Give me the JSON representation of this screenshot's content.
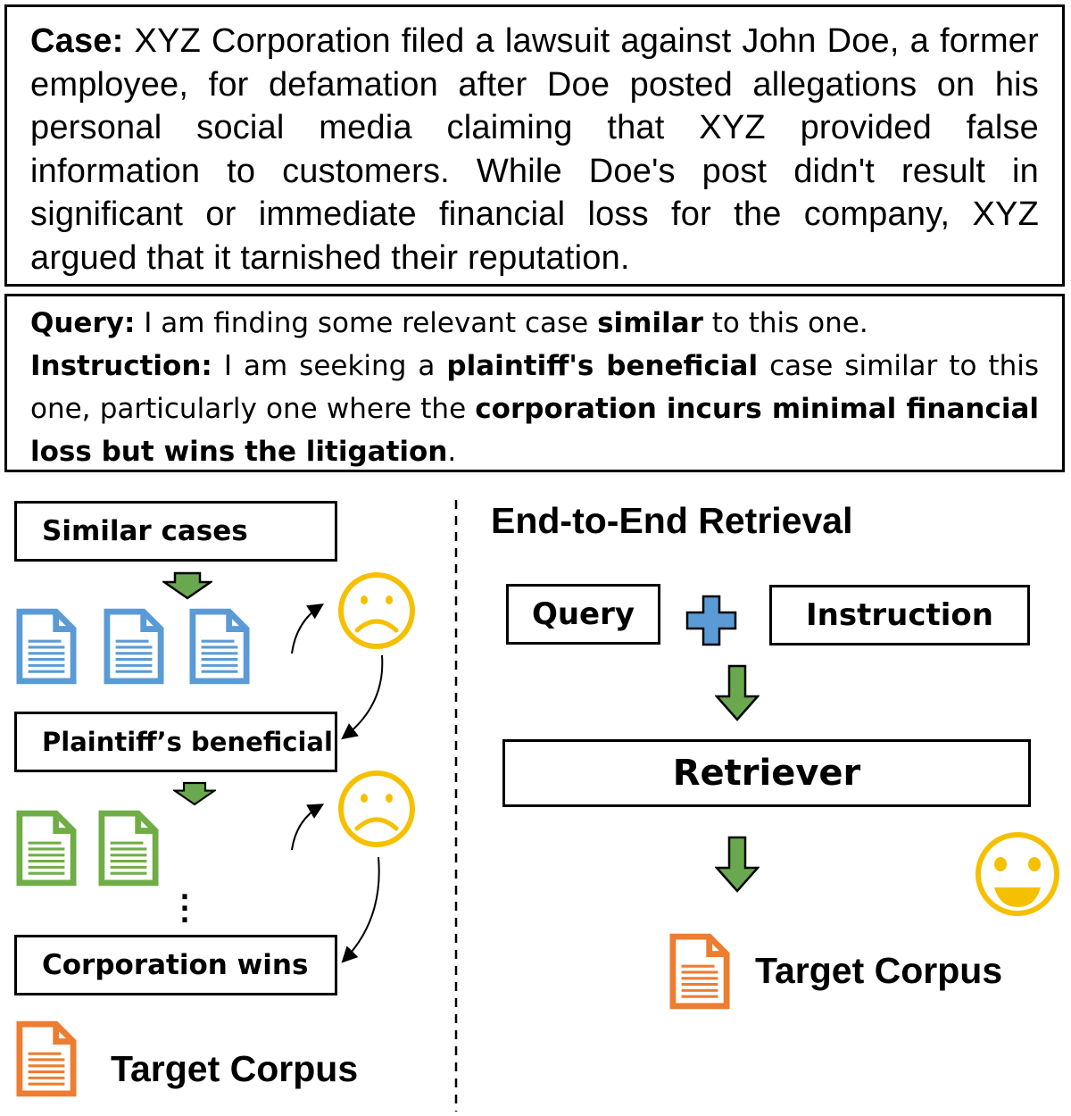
{
  "case": {
    "label": "Case:",
    "text": " XYZ Corporation filed a lawsuit against John Doe, a former employee, for defamation after Doe posted allegations on his personal social media claiming that XYZ provided false information to customers. While Doe's post didn't result in significant or immediate financial loss for the company, XYZ argued that it tarnished their reputation."
  },
  "query": {
    "label": "Query:",
    "text_before": " I am finding some relevant case ",
    "bold": "similar",
    "text_after": " to this one."
  },
  "instruction": {
    "label": "Instruction:",
    "text1": " I am seeking a ",
    "bold1": "plaintiff's beneficial",
    "text2": " case similar to this one, particularly one where the ",
    "bold2": "corporation incurs minimal financial loss but wins the litigation",
    "text3": "."
  },
  "left_panel": {
    "step1": "Similar cases",
    "step2": "Plaintiff’s beneficial",
    "step3": "Corporation wins",
    "ellipsis": "⋮",
    "target": "Target Corpus"
  },
  "right_panel": {
    "title": "End-to-End Retrieval",
    "query": "Query",
    "instruction": "Instruction",
    "retriever": "Retriever",
    "target": "Target Corpus"
  },
  "colors": {
    "blue_doc": "#5b9bd5",
    "green_doc": "#70ad47",
    "orange_doc": "#ed7d31",
    "arrow_green": "#6aa84f",
    "plus_blue": "#5b9bd5",
    "face_yellow": "#f5c000"
  },
  "icons": [
    "document-icon",
    "down-arrow-icon",
    "plus-icon",
    "sad-face-icon",
    "happy-face-icon",
    "curved-arrow-icon"
  ]
}
